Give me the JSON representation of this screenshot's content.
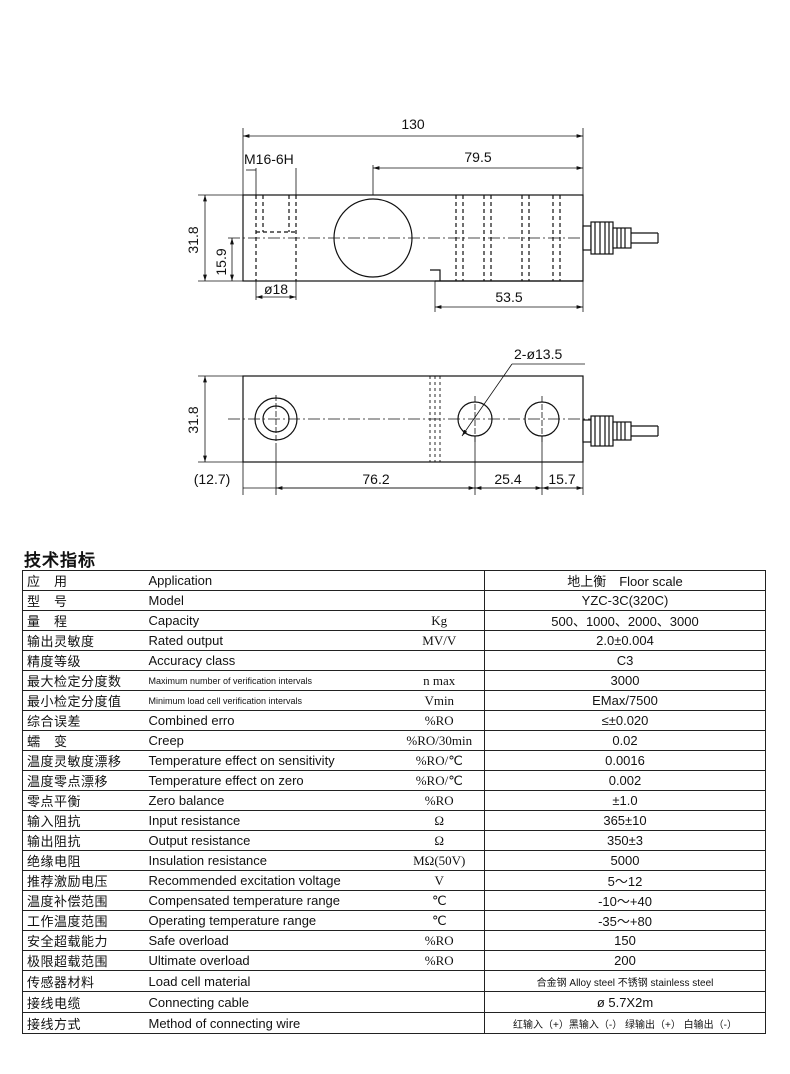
{
  "drawing": {
    "top_view": {
      "dims": {
        "overall_length": "130",
        "thread": "M16-6H",
        "hole_to_end": "79.5",
        "height": "31.8",
        "half_height": "15.9",
        "bore_diameter": "ø18",
        "mount_to_end": "53.5"
      }
    },
    "side_view": {
      "dims": {
        "mount_holes": "2-ø13.5",
        "height": "31.8",
        "offset": "(12.7)",
        "length_a": "76.2",
        "length_b": "25.4",
        "length_c": "15.7"
      }
    }
  },
  "spec": {
    "title": "技术指标",
    "rows": [
      {
        "cn": "应　用",
        "en": "Application",
        "unit": "",
        "value": "地上衡　Floor scale"
      },
      {
        "cn": "型　号",
        "en": "Model",
        "unit": "",
        "value": "YZC-3C(320C)"
      },
      {
        "cn": "量　程",
        "en": "Capacity",
        "unit": "Kg",
        "value": "500、1000、2000、3000"
      },
      {
        "cn": "输出灵敏度",
        "en": "Rated output",
        "unit": "MV/V",
        "value": "2.0±0.004"
      },
      {
        "cn": "精度等级",
        "en": "Accuracy class",
        "unit": "",
        "value": "C3"
      },
      {
        "cn": "最大检定分度数",
        "en": "Maximum number of verification intervals",
        "unit": "n max",
        "value": "3000"
      },
      {
        "cn": "最小检定分度值",
        "en": "Minimum load cell verification intervals",
        "unit": "Vmin",
        "value": "EMax/7500"
      },
      {
        "cn": "综合误差",
        "en": "Combined erro",
        "unit": "%RO",
        "value": "≤±0.020"
      },
      {
        "cn": "蠕　变",
        "en": "Creep",
        "unit": "%RO/30min",
        "value": "0.02"
      },
      {
        "cn": "温度灵敏度漂移",
        "en": "Temperature effect on sensitivity",
        "unit": "%RO/℃",
        "value": "0.0016"
      },
      {
        "cn": "温度零点漂移",
        "en": "Temperature effect on zero",
        "unit": "%RO/℃",
        "value": "0.002"
      },
      {
        "cn": "零点平衡",
        "en": "Zero balance",
        "unit": "%RO",
        "value": "±1.0"
      },
      {
        "cn": "输入阻抗",
        "en": "Input resistance",
        "unit": "Ω",
        "value": "365±10"
      },
      {
        "cn": "输出阻抗",
        "en": "Output resistance",
        "unit": "Ω",
        "value": "350±3"
      },
      {
        "cn": "绝缘电阻",
        "en": "Insulation resistance",
        "unit": "MΩ(50V)",
        "value": "5000"
      },
      {
        "cn": "推荐激励电压",
        "en": "Recommended excitation voltage",
        "unit": "V",
        "value": "5～12"
      },
      {
        "cn": "温度补偿范围",
        "en": "Compensated temperature range",
        "unit": "℃",
        "value": "-10～+40"
      },
      {
        "cn": "工作温度范围",
        "en": "Operating temperature range",
        "unit": "℃",
        "value": "-35～+80"
      },
      {
        "cn": "安全超载能力",
        "en": "Safe overload",
        "unit": "%RO",
        "value": "150"
      },
      {
        "cn": "极限超载范围",
        "en": "Ultimate overload",
        "unit": "%RO",
        "value": "200"
      },
      {
        "cn": "传感器材料",
        "en": "Load cell material",
        "unit": "",
        "value": "合金钢 Alloy steel  不锈钢 stainless steel"
      },
      {
        "cn": "接线电缆",
        "en": "Connecting cable",
        "unit": "",
        "value": "ø 5.7X2m"
      },
      {
        "cn": "接线方式",
        "en": "Method of connecting wire",
        "unit": "",
        "value": "红输入（+）黑输入（-）  绿输出（+） 白输出（-）"
      }
    ]
  }
}
